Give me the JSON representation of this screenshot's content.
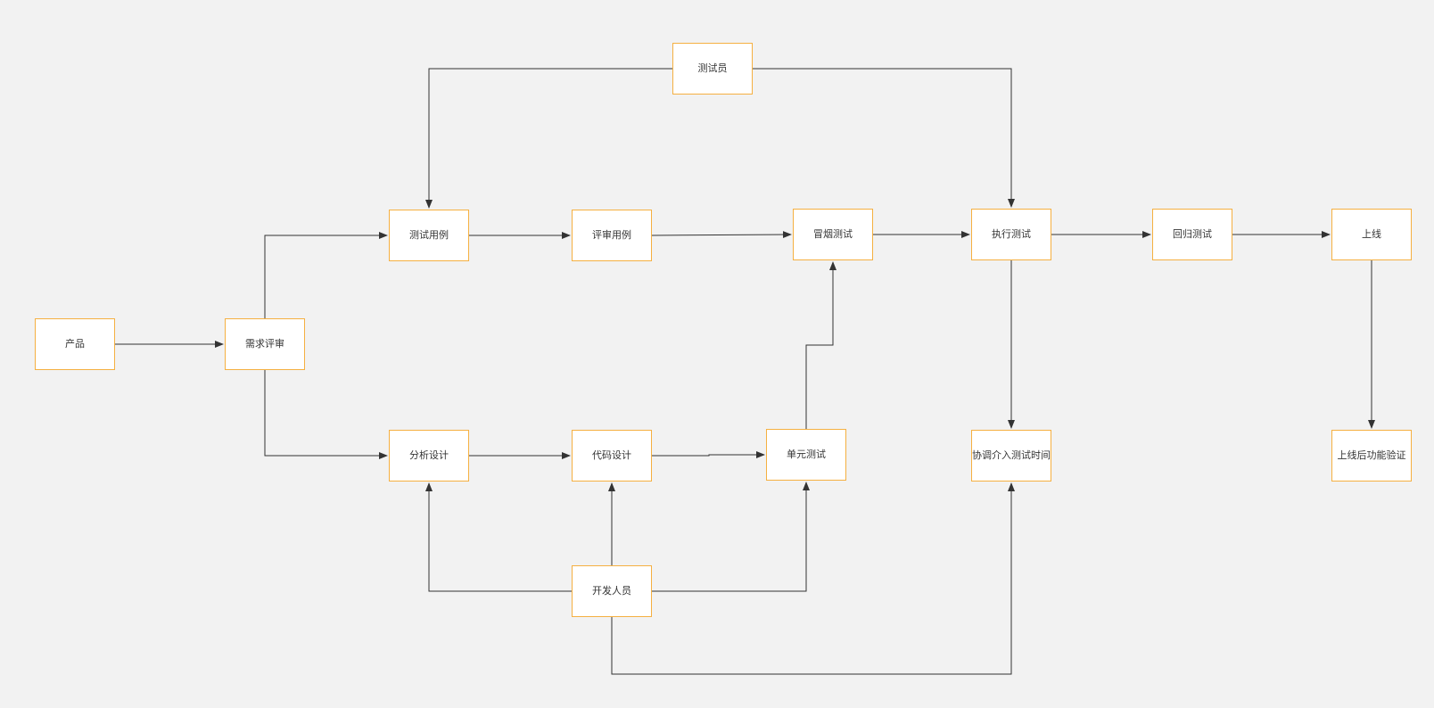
{
  "diagram": {
    "colors": {
      "background": "#f2f2f2",
      "node_fill": "#ffffff",
      "node_border": "#f5b041",
      "edge": "#333333",
      "text": "#333333"
    },
    "nodes": {
      "product": {
        "label": "产品"
      },
      "requirement_review": {
        "label": "需求评审"
      },
      "test_case": {
        "label": "测试用例"
      },
      "review_case": {
        "label": "评审用例"
      },
      "smoke_test": {
        "label": "冒烟测试"
      },
      "execute_test": {
        "label": "执行测试"
      },
      "regression_test": {
        "label": "回归测试"
      },
      "go_live": {
        "label": "上线"
      },
      "tester": {
        "label": "测试员"
      },
      "analysis_design": {
        "label": "分析设计"
      },
      "code_design": {
        "label": "代码设计"
      },
      "unit_test": {
        "label": "单元测试"
      },
      "coordinate_test_time": {
        "label": "协调介入测试时间"
      },
      "post_launch_verify": {
        "label": "上线后功能验证"
      },
      "developer": {
        "label": "开发人员"
      }
    },
    "edges": [
      {
        "from": "product",
        "to": "requirement_review"
      },
      {
        "from": "requirement_review",
        "to": "test_case"
      },
      {
        "from": "requirement_review",
        "to": "analysis_design"
      },
      {
        "from": "test_case",
        "to": "review_case"
      },
      {
        "from": "review_case",
        "to": "smoke_test"
      },
      {
        "from": "smoke_test",
        "to": "execute_test"
      },
      {
        "from": "execute_test",
        "to": "regression_test"
      },
      {
        "from": "regression_test",
        "to": "go_live"
      },
      {
        "from": "tester",
        "to": "test_case"
      },
      {
        "from": "tester",
        "to": "execute_test"
      },
      {
        "from": "execute_test",
        "to": "coordinate_test_time"
      },
      {
        "from": "go_live",
        "to": "post_launch_verify"
      },
      {
        "from": "analysis_design",
        "to": "code_design"
      },
      {
        "from": "code_design",
        "to": "unit_test"
      },
      {
        "from": "unit_test",
        "to": "smoke_test"
      },
      {
        "from": "developer",
        "to": "analysis_design"
      },
      {
        "from": "developer",
        "to": "code_design"
      },
      {
        "from": "developer",
        "to": "unit_test"
      },
      {
        "from": "developer",
        "to": "coordinate_test_time"
      }
    ]
  }
}
